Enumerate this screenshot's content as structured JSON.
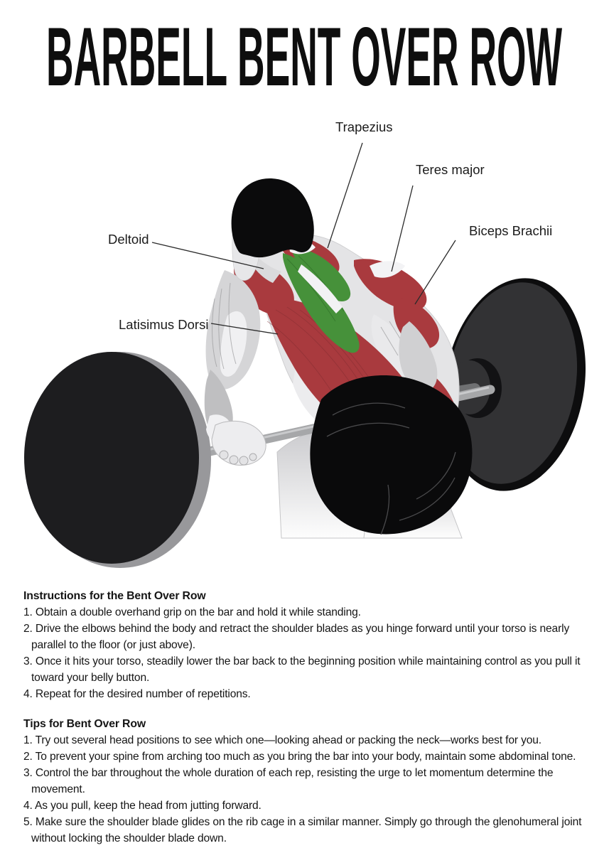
{
  "title": "BARBELL BENT OVER ROW",
  "muscle_labels": {
    "trapezius": "Trapezius",
    "teres_major": "Teres major",
    "biceps_brachii": "Biceps Brachii",
    "deltoid": "Deltoid",
    "latisimus_dorsi": "Latisimus Dorsi"
  },
  "colors": {
    "muscle_red": "#a93a3e",
    "muscle_green": "#46913a",
    "skin_light": "#e4e4e6",
    "hair_black": "#0b0b0c",
    "shorts_black": "#0a0a0b",
    "plate_left": "#1d1d1f",
    "plate_right": "#323234",
    "bar_gray": "#a6a7a9",
    "label_text": "#1b1b1b"
  },
  "instructions": {
    "heading": "Instructions for the Bent Over Row",
    "items": [
      "1. Obtain a double overhand grip on the bar and hold it while standing.",
      "2. Drive the elbows behind the body and retract the shoulder blades as you hinge forward until your torso is nearly parallel to the floor (or just above).",
      "3. Once it hits your torso, steadily lower the bar back to the beginning position while maintaining control as you pull it toward your belly button.",
      "4. Repeat for the desired number of repetitions."
    ]
  },
  "tips": {
    "heading": "Tips for Bent Over Row",
    "items": [
      "1. Try out several head positions to see which one—looking ahead or packing the neck—works best for you.",
      "2. To prevent your spine from arching too much as you bring the bar into your body, maintain some abdominal tone.",
      "3. Control the bar throughout the whole duration of each rep, resisting the urge to let momentum determine the movement.",
      "4. As you pull, keep the head from jutting forward.",
      "5. Make sure the shoulder blade glides on the rib cage in a similar manner. Simply go through the glenohumeral joint without locking the shoulder blade down."
    ]
  }
}
